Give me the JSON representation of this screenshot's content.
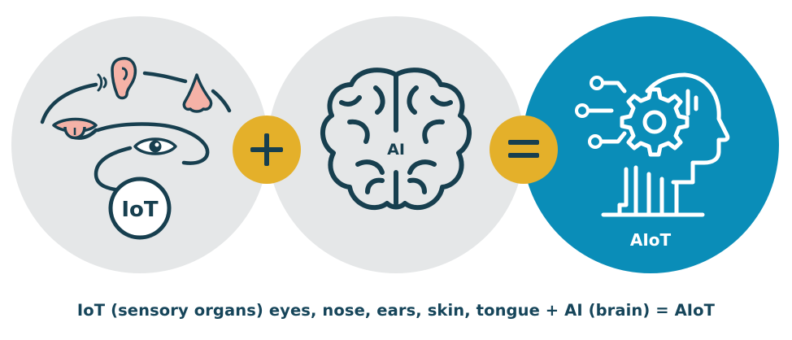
{
  "iot": {
    "label": "IoT",
    "circle_color": "#e5e7e8",
    "line_color": "#173f4f"
  },
  "plus": {
    "symbol": "+",
    "circle_color": "#e4b02a"
  },
  "ai": {
    "label": "AI",
    "circle_color": "#e5e7e8",
    "line_color": "#173f4f"
  },
  "equals": {
    "symbol": "=",
    "circle_color": "#e4b02a"
  },
  "aiot": {
    "label": "AIoT",
    "circle_color": "#0a8db8",
    "icon_color": "#ffffff"
  },
  "caption": "IoT (sensory organs) eyes, nose, ears, skin, tongue + AI (brain) = AIoT",
  "icons": [
    "ear-icon",
    "nose-icon",
    "tongue-icon",
    "eye-icon",
    "brain-icon",
    "robot-head-icon",
    "gear-icon"
  ]
}
